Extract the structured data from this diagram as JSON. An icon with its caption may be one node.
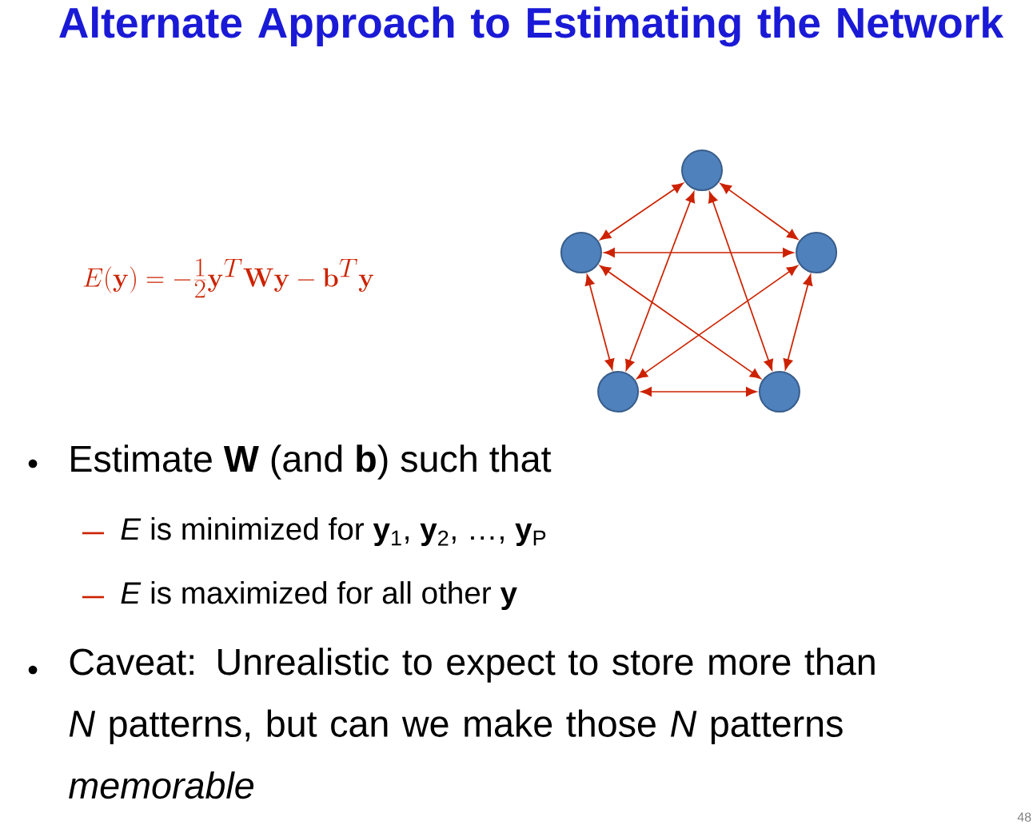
{
  "diagram": {
    "title": "Alternate Approach to Estimating the Network",
    "nodes": [
      {
        "text": [],
        "shape": "circle"
      },
      {
        "text": [],
        "shape": "circle"
      },
      {
        "text": [],
        "shape": "circle"
      },
      {
        "text": [],
        "shape": "circle"
      },
      {
        "text": [],
        "shape": "circle"
      }
    ],
    "edges": [
      {
        "from": 0,
        "to": 1,
        "arrow": "both"
      },
      {
        "from": 0,
        "to": 2,
        "arrow": "both"
      },
      {
        "from": 0,
        "to": 3,
        "arrow": "both"
      },
      {
        "from": 0,
        "to": 4,
        "arrow": "both"
      },
      {
        "from": 1,
        "to": 2,
        "arrow": "both"
      },
      {
        "from": 1,
        "to": 3,
        "arrow": "both"
      },
      {
        "from": 1,
        "to": 4,
        "arrow": "both"
      },
      {
        "from": 2,
        "to": 3,
        "arrow": "both"
      },
      {
        "from": 2,
        "to": 4,
        "arrow": "both"
      },
      {
        "from": 3,
        "to": 4,
        "arrow": "both"
      }
    ],
    "labels": [
      "E(\\mathbf{y}) = -\\frac{1}{2}\\mathbf{y}^{T}\\mathbf{W}\\mathbf{y} - \\mathbf{b}^{T}\\mathbf{y}",
      "Estimate **W** (and **b**) such that",
      "*E* is minimized for **y**$_{1}$, **y**$_{2}$, …, **y**$_{P}$",
      "*E* is maximized for all other **y**",
      "Caveat: Unrealistic to expect to store more than *N* patterns, but can we make those *N* patterns *memorable*",
      "48"
    ]
  }
}
